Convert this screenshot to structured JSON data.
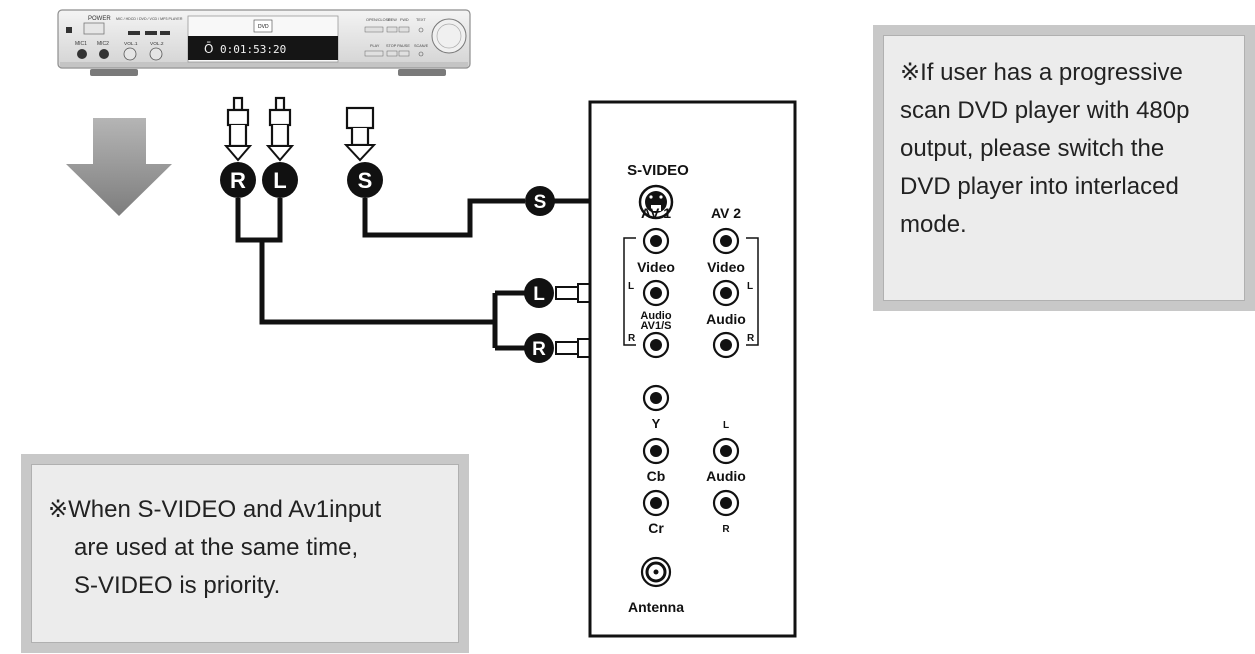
{
  "dvd_player": {
    "power_label": "POWER",
    "model_text": "MIC / HDCD / DVD / VCD / MP3 PLAYER",
    "tray_logo": "DVD",
    "display_time": "0:01:53:20",
    "display_symbol": "Ō",
    "mic1_label": "MIC1",
    "mic2_label": "MIC2",
    "vol1_label": "VOL.1",
    "vol2_label": "VOL.2",
    "open_close_label": "OPEN/CLOSE",
    "rew_label": "REW",
    "fwd_label": "FWD",
    "play_label": "PLAY",
    "stop_pause_label": "STOP PAUSE",
    "text_label": "TEXT",
    "scan_label": "SCAN/E"
  },
  "cable_badges": {
    "red": "R",
    "left": "L",
    "svideo": "S"
  },
  "panel": {
    "svideo_label": "S-VIDEO",
    "av1_label": "AV 1",
    "av2_label": "AV 2",
    "video_label": "Video",
    "audio_label": "Audio",
    "av1s_label": "AV1/S",
    "l_label": "L",
    "r_label": "R",
    "y_label": "Y",
    "cb_label": "Cb",
    "cr_label": "Cr",
    "antenna_label": "Antenna"
  },
  "notes": {
    "right_symbol": "※",
    "right_lines": [
      "If user has a progressive",
      "scan DVD player with 480p",
      "output, please switch the",
      "DVD player into interlaced",
      "mode."
    ],
    "left_symbol": "※",
    "left_lines": [
      "When S-VIDEO and Av1input",
      "are used at the same time,",
      "S-VIDEO is priority."
    ]
  },
  "colors": {
    "note_border": "#c8c8c8",
    "note_fill": "#ececec",
    "arrow": "#9a9a9a",
    "cable": "#111111"
  }
}
